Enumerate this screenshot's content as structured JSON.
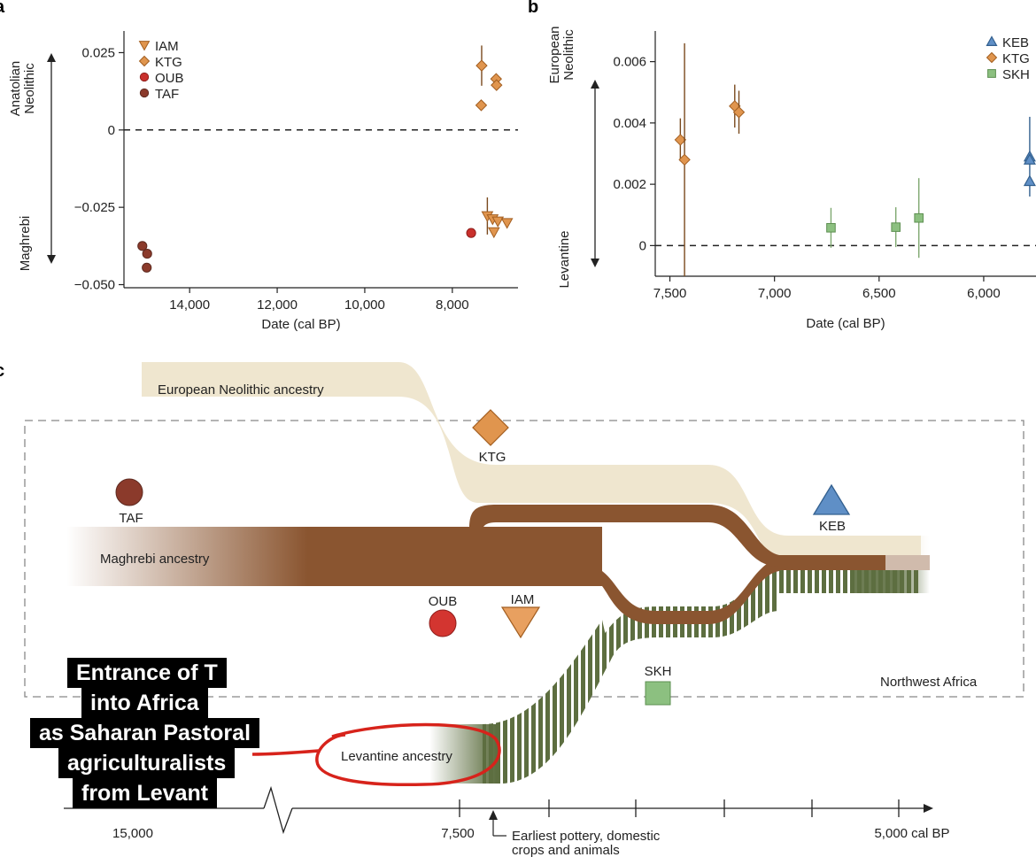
{
  "panel_labels": {
    "a": "a",
    "b": "b",
    "c": "c"
  },
  "colors": {
    "IAM": "#e0954e",
    "KTG": "#e0954e",
    "OUB": "#c9302c",
    "TAF": "#8b3a2b",
    "KEB": "#5f8fc6",
    "SKH": "#8cc080",
    "european": "#efe6cf",
    "maghrebi": "#8a5530",
    "levantine": "#5d6e40",
    "annotation_red": "#d7231b"
  },
  "chart_data": [
    {
      "panel": "a",
      "type": "scatter",
      "xlabel": "Date (cal BP)",
      "xlim": [
        15500,
        6500
      ],
      "ylim": [
        -0.051,
        0.032
      ],
      "x_ticks": [
        {
          "v": 14000,
          "label": "14,000"
        },
        {
          "v": 12000,
          "label": "12,000"
        },
        {
          "v": 10000,
          "label": "10,000"
        },
        {
          "v": 8000,
          "label": "8,000"
        }
      ],
      "y_ticks": [
        {
          "v": 0.025,
          "label": "0.025"
        },
        {
          "v": 0,
          "label": "0"
        },
        {
          "v": -0.025,
          "label": "−0.025"
        },
        {
          "v": -0.05,
          "label": "−0.050"
        }
      ],
      "reference_line": 0,
      "axis_arrow_labels": {
        "top": [
          "Anatolian",
          "Neolithic"
        ],
        "bottom": "Maghrebi"
      },
      "series": [
        {
          "name": "IAM",
          "marker": "triangle-down",
          "points": [
            {
              "x": 7200,
              "y": -0.0278,
              "err": 0.006
            },
            {
              "x": 7080,
              "y": -0.0288,
              "err": 0
            },
            {
              "x": 7050,
              "y": -0.033,
              "err": 0
            },
            {
              "x": 6960,
              "y": -0.0295,
              "err": 0
            },
            {
              "x": 6750,
              "y": -0.03,
              "err": 0
            }
          ]
        },
        {
          "name": "KTG",
          "marker": "diamond",
          "points": [
            {
              "x": 7330,
              "y": 0.0208,
              "err": 0.0065
            },
            {
              "x": 7340,
              "y": 0.008,
              "err": 0
            },
            {
              "x": 7000,
              "y": 0.0165,
              "err": 0
            },
            {
              "x": 6990,
              "y": 0.0145,
              "err": 0
            }
          ]
        },
        {
          "name": "OUB",
          "marker": "circle",
          "points": [
            {
              "x": 7570,
              "y": -0.0333,
              "err": 0
            }
          ]
        },
        {
          "name": "TAF",
          "marker": "circle",
          "points": [
            {
              "x": 15080,
              "y": -0.0375,
              "err": 0
            },
            {
              "x": 14970,
              "y": -0.04,
              "err": 0
            },
            {
              "x": 14980,
              "y": -0.0445,
              "err": 0
            }
          ]
        }
      ]
    },
    {
      "panel": "b",
      "type": "scatter",
      "xlabel": "Date (cal BP)",
      "xlim": [
        7570,
        5750
      ],
      "ylim": [
        -0.001,
        0.007
      ],
      "x_ticks": [
        {
          "v": 7500,
          "label": "7,500"
        },
        {
          "v": 7000,
          "label": "7,000"
        },
        {
          "v": 6500,
          "label": "6,500"
        },
        {
          "v": 6000,
          "label": "6,000"
        }
      ],
      "y_ticks": [
        {
          "v": 0.006,
          "label": "0.006"
        },
        {
          "v": 0.004,
          "label": "0.004"
        },
        {
          "v": 0.002,
          "label": "0.002"
        },
        {
          "v": 0,
          "label": "0"
        }
      ],
      "reference_line": 0,
      "axis_arrow_labels": {
        "top": [
          "European",
          "Neolithic"
        ],
        "bottom": "Levantine"
      },
      "series": [
        {
          "name": "KEB",
          "marker": "triangle-up",
          "points": [
            {
              "x": 5780,
              "y": 0.0029,
              "err": 0.0013
            },
            {
              "x": 5780,
              "y": 0.0028,
              "err": 0
            },
            {
              "x": 5780,
              "y": 0.0021,
              "err": 0
            }
          ]
        },
        {
          "name": "KTG",
          "marker": "diamond",
          "points": [
            {
              "x": 7450,
              "y": 0.00345,
              "err": 0.0007
            },
            {
              "x": 7430,
              "y": 0.0028,
              "err": 0.0038
            },
            {
              "x": 7190,
              "y": 0.00455,
              "err": 0.0007
            },
            {
              "x": 7170,
              "y": 0.00435,
              "err": 0.0007
            }
          ]
        },
        {
          "name": "SKH",
          "marker": "square",
          "points": [
            {
              "x": 6730,
              "y": 0.00058,
              "err": 0.00065
            },
            {
              "x": 6420,
              "y": 0.0006,
              "err": 0.00065
            },
            {
              "x": 6310,
              "y": 0.0009,
              "err": 0.0013
            }
          ]
        }
      ]
    },
    {
      "panel": "c",
      "type": "diagram",
      "streams": {
        "european": "European Neolithic ancestry",
        "maghrebi": "Maghrebi ancestry",
        "levantine": "Levantine ancestry"
      },
      "sites": [
        "TAF",
        "KTG",
        "OUB",
        "IAM",
        "SKH",
        "KEB"
      ],
      "region_label": "Northwest Africa",
      "timeline_labels": {
        "left": "15,000",
        "mid": "7,500",
        "right": "5,000 cal BP"
      },
      "pottery_note": [
        "Earliest pottery, domestic",
        "crops and animals"
      ]
    }
  ],
  "annotation": {
    "lines": [
      "Entrance of T",
      "into Africa",
      "as Saharan Pastoral",
      "agriculturalists",
      "from Levant"
    ]
  }
}
